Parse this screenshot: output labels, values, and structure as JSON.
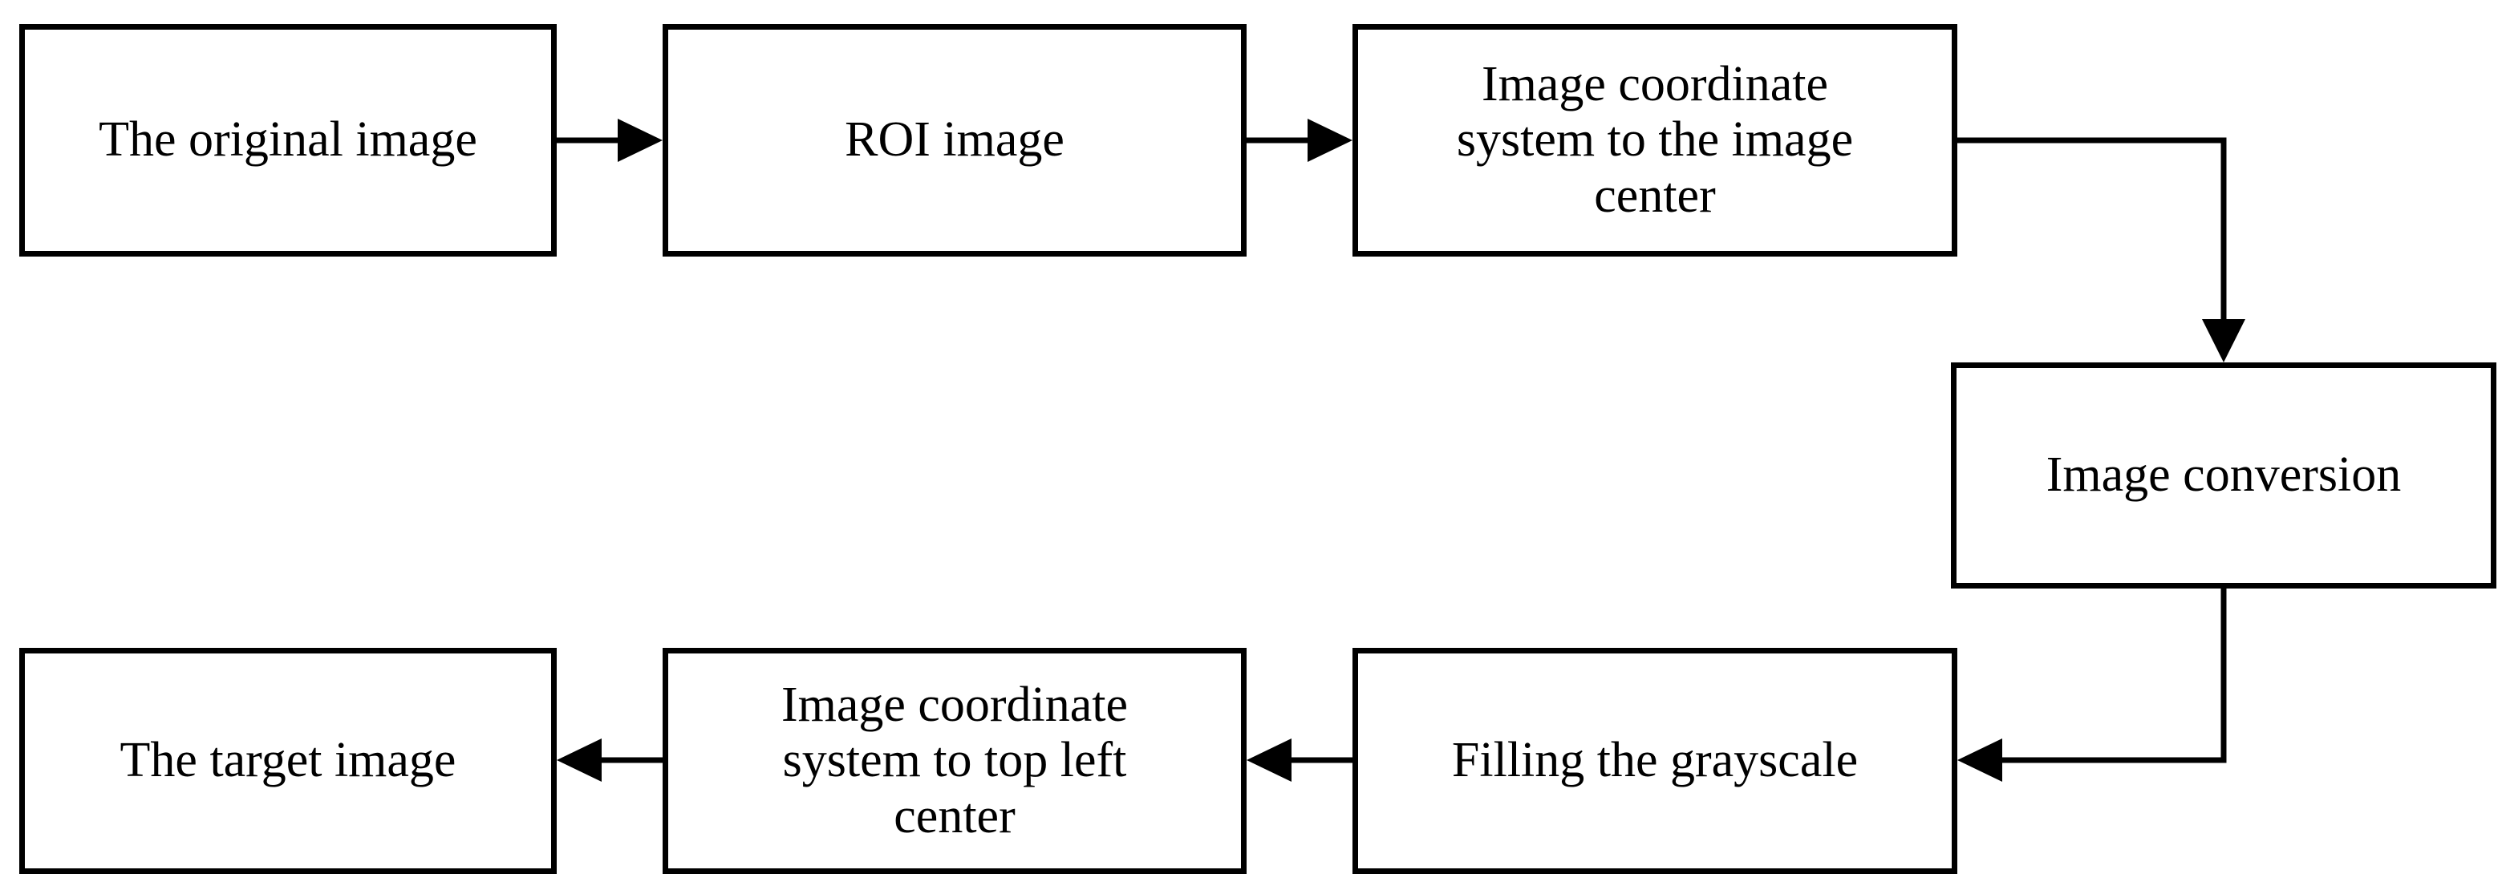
{
  "diagram": {
    "nodes": [
      {
        "id": "original",
        "label": "The original image"
      },
      {
        "id": "roi",
        "label": "ROI image"
      },
      {
        "id": "to_center",
        "label": "Image coordinate\nsystem to the image\ncenter"
      },
      {
        "id": "conversion",
        "label": "Image conversion"
      },
      {
        "id": "fill",
        "label": "Filling the grayscale"
      },
      {
        "id": "to_top_left",
        "label": "Image coordinate\nsystem to top left\ncenter"
      },
      {
        "id": "target",
        "label": "The target image"
      }
    ],
    "edges": [
      {
        "from": "original",
        "to": "roi"
      },
      {
        "from": "roi",
        "to": "to_center"
      },
      {
        "from": "to_center",
        "to": "conversion"
      },
      {
        "from": "conversion",
        "to": "fill"
      },
      {
        "from": "fill",
        "to": "to_top_left"
      },
      {
        "from": "to_top_left",
        "to": "target"
      }
    ]
  },
  "colors": {
    "stroke": "#000000",
    "background": "#ffffff"
  }
}
